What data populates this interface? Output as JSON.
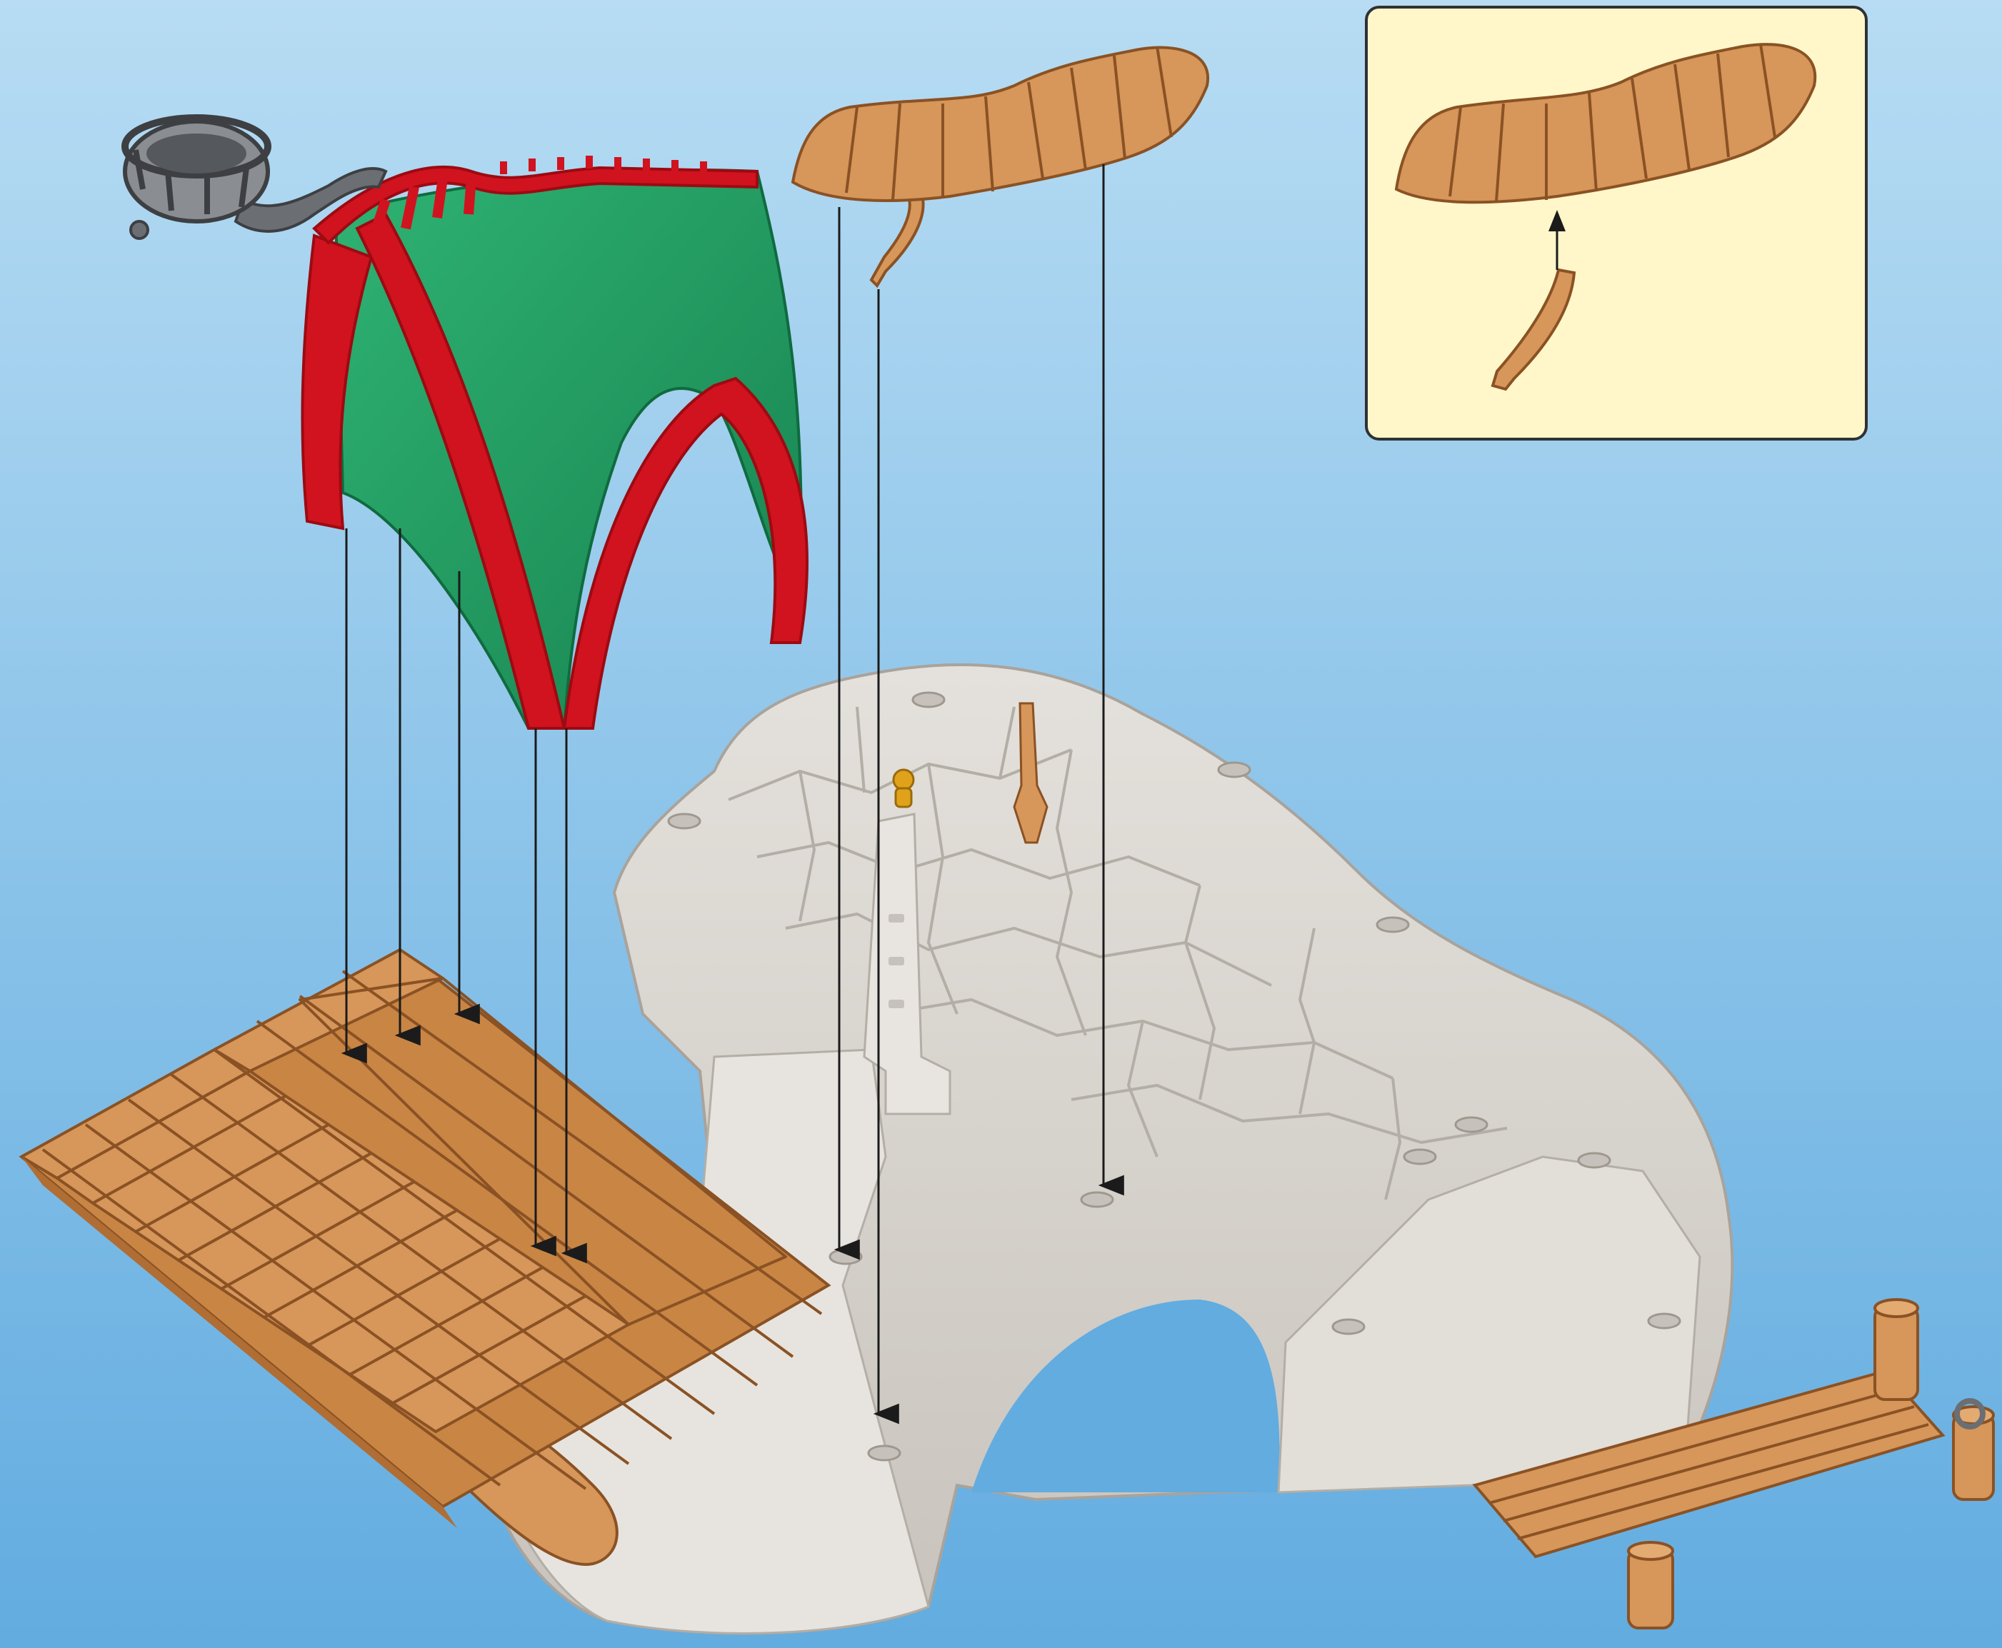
{
  "figure": {
    "kind": "assembly-instruction-illustration",
    "labels": []
  },
  "colors": {
    "background_top": "#b7dcf3",
    "background_bottom": "#62ace0",
    "rock": "#d9d5cf",
    "rock_shadow": "#b9b4ad",
    "rock_crack": "#b3aea6",
    "wood": "#d7965a",
    "wood_dark": "#b06d34",
    "roof_green": "#2aa06a",
    "roof_green_dark": "#17824f",
    "frame_red": "#d0131f",
    "frame_red_dark": "#9d0a12",
    "basket_grey": "#6b6e72",
    "inset_fill": "#fff7c9",
    "inset_border": "#2f3134",
    "arrow": "#1b1b1b",
    "gold": "#e0a21a"
  },
  "parts": [
    {
      "id": "tent-roof",
      "description_icon": "tent-roof-icon"
    },
    {
      "id": "crows-nest-basket",
      "description_icon": "basket-icon"
    },
    {
      "id": "curved-bridge",
      "description_icon": "bridge-icon"
    },
    {
      "id": "wooden-deck",
      "description_icon": "deck-icon"
    },
    {
      "id": "rock-island",
      "description_icon": "rock-icon"
    },
    {
      "id": "small-jetty",
      "description_icon": "jetty-icon"
    },
    {
      "id": "detail-inset",
      "description_icon": "inset-icon"
    }
  ]
}
